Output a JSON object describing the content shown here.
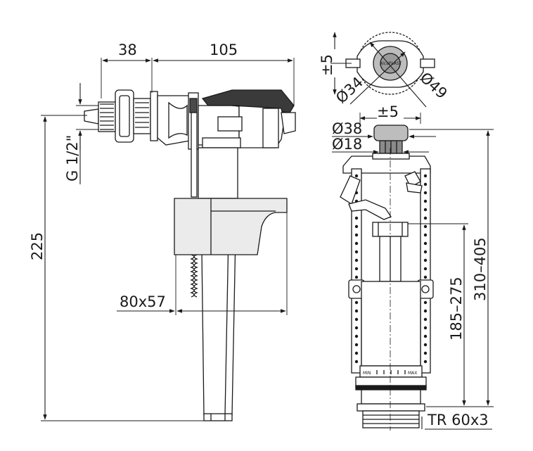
{
  "dimensions": {
    "left_view": {
      "top_width_small": "38",
      "top_width_large": "105",
      "thread": "G 1/2\"",
      "height_total": "225",
      "float_size": "80x57"
    },
    "right_view": {
      "offset_top": "±5",
      "dia_34": "Ø34",
      "dia_49": "Ø49",
      "offset_button": "±5",
      "dia_38": "Ø38",
      "dia_18": "Ø18",
      "height_inner": "185–275",
      "height_total": "310–405",
      "thread": "TR 60x3"
    }
  },
  "scale_labels": {
    "min": "MIN",
    "max": "MAX"
  },
  "brand_mark": "AlcaPLAST",
  "colors": {
    "line": "#1a1a1a",
    "fill_light": "#ebebeb",
    "fill_dark": "#3a3a3a",
    "fill_mid": "#bdbdbd"
  }
}
